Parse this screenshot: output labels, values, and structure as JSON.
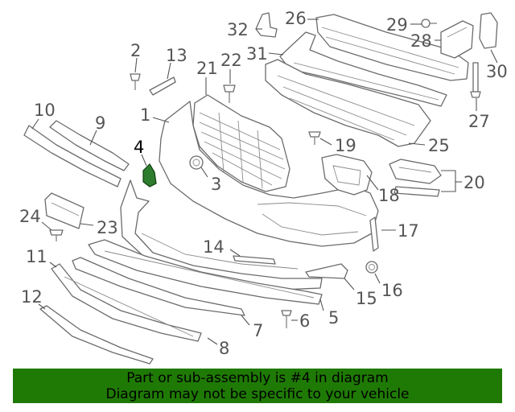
{
  "diagram": {
    "highlight_color": "#2e7d2e",
    "callouts": {
      "c1": "1",
      "c2": "2",
      "c3": "3",
      "c4": "4",
      "c5": "5",
      "c6": "6",
      "c7": "7",
      "c8": "8",
      "c9": "9",
      "c10": "10",
      "c11": "11",
      "c12": "12",
      "c13": "13",
      "c14": "14",
      "c15": "15",
      "c16": "16",
      "c17": "17",
      "c18": "18",
      "c19": "19",
      "c20": "20",
      "c21": "21",
      "c22": "22",
      "c23": "23",
      "c24": "24",
      "c25": "25",
      "c26": "26",
      "c27": "27",
      "c28": "28",
      "c29": "29",
      "c30": "30",
      "c31": "31",
      "c32": "32"
    }
  },
  "notice": {
    "background": "#1f7a05",
    "line1": "Part or sub-assembly is #4 in diagram",
    "line2": "Diagram may not be specific to your vehicle"
  }
}
